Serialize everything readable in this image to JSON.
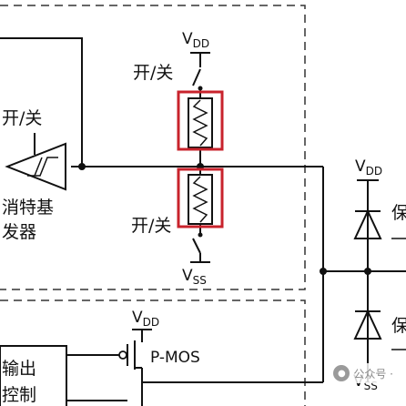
{
  "labels": {
    "vdd_top": "V",
    "vdd_top_sub": "DD",
    "vdd_right": "V",
    "vdd_right_sub": "DD",
    "vdd_bottom": "V",
    "vdd_bottom_sub": "DD",
    "vss_mid": "V",
    "vss_mid_sub": "SS",
    "vss_bottom": "V",
    "vss_bottom_sub": "SS",
    "switch_top": "开/关",
    "switch_left": "开/关",
    "switch_bottom": "开/关",
    "schmitt_line1": "消特基",
    "schmitt_line2": "发器",
    "pmos": "P-MOS",
    "output_ctrl_line1": "输出",
    "output_ctrl_line2": "控制",
    "protect_top": "保",
    "protect_bottom": "保"
  },
  "watermark": {
    "icon": "wechat-icon",
    "text": "公众号 ·"
  },
  "colors": {
    "highlight": "#c8232c",
    "line": "#111111"
  }
}
